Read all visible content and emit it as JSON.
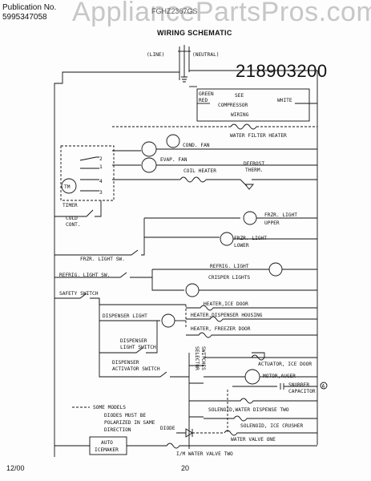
{
  "header": {
    "publication_label": "Publication No.",
    "publication_number": "5995347058",
    "model": "FGHZ2367GS",
    "watermark": "AppliancePartsPros.com",
    "title": "WIRING SCHEMATIC",
    "part_number": "218903200"
  },
  "footer": {
    "date": "12/00",
    "page": "20"
  },
  "diagram": {
    "line": "(LINE)",
    "neutral": "(NEUTRAL)",
    "green": "GREEN",
    "red": "RED",
    "white": "WHITE",
    "compressor_1": "SEE",
    "compressor_2": "COMPRESSOR",
    "compressor_3": "WIRING",
    "water_filter_heater": "WATER FILTER HEATER",
    "cond_fan": "COND. FAN",
    "evap_fan": "EVAP. FAN",
    "coil_heater": "COIL HEATER",
    "defrost_therm_1": "DEFROST",
    "defrost_therm_2": "THERM.",
    "tm": "TM",
    "timer": "TIMER",
    "cold_cont_1": "COLD",
    "cold_cont_2": "CONT.",
    "frzr_light_upper_1": "FRZR. LIGHT",
    "frzr_light_upper_2": "UPPER",
    "frzr_light_lower_1": "FRZR. LIGHT",
    "frzr_light_lower_2": "LOWER",
    "frzr_light_sw": "FRZR. LIGHT SW.",
    "refrig_light": "REFRIG. LIGHT",
    "refrig_light_sw": "REFRIG. LIGHT SW.",
    "crisper_lights": "CRISPER LIGHTS",
    "safety_switch": "SAFETY SWITCH",
    "heater_ice_door": "HEATER,ICE DOOR",
    "heater_dispenser_housing": "HEATER,DISPENSER HOUSING",
    "heater_freezer_door": "HEATER, FREEZER DOOR",
    "dispenser_light": "DISPENSER LIGHT",
    "dispenser_light_switch_1": "DISPENSER",
    "dispenser_light_switch_2": "LIGHT SWITCH",
    "dispenser_activator_1": "DISPENSER",
    "dispenser_activator_2": "ACTIVATOR SWITCH",
    "selector_1": "SELECTOR",
    "selector_2": "SWITCHES",
    "actuator_ice_door": "ACTUATOR, ICE DOOR",
    "motor_auger": "MOTOR,AUGER",
    "snubber_1": "SNUBBER",
    "snubber_2": "CAPACITOR",
    "snubber_note": "A",
    "solenoid_water_dispense": "SOLENOID,WATER DISPENSE TWO",
    "solenoid_ice_crusher": "SOLENOID, ICE CRUSHER",
    "diode": "DIODE",
    "water_valve_one": "WATER VALVE ONE",
    "water_valve_two": "I/M WATER VALVE TWO",
    "some_models": "SOME MODELS",
    "diodes_note_1": "DIODES MUST BE",
    "diodes_note_2": "POLARIZED IN SAME",
    "diodes_note_3": "DIRECTION",
    "auto_icemaker_1": "AUTO",
    "auto_icemaker_2": "ICEMAKER",
    "terminal_1": "1",
    "terminal_2": "2",
    "terminal_3": "3",
    "terminal_4": "4"
  }
}
